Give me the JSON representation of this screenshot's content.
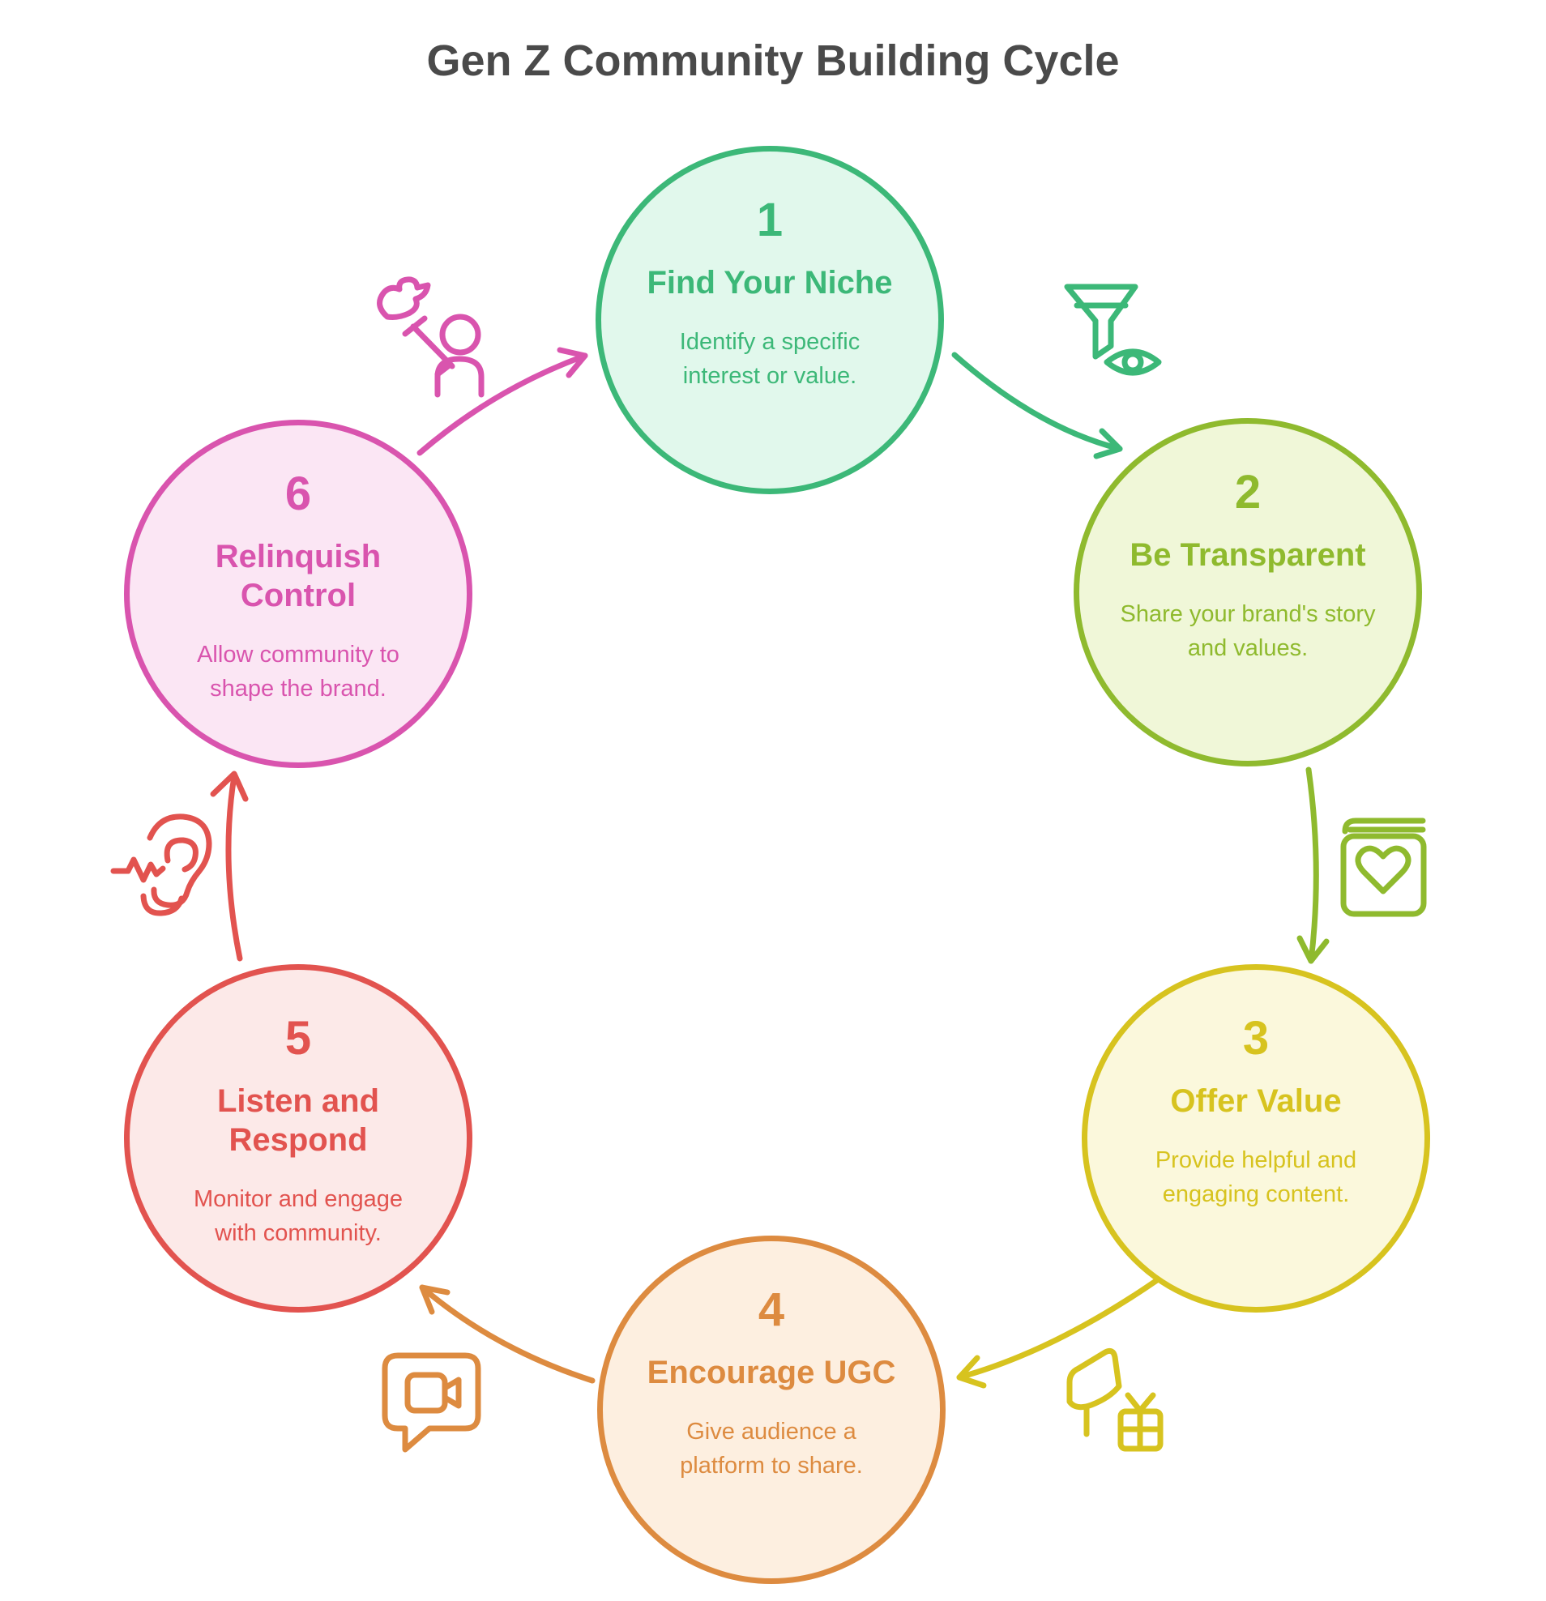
{
  "title": "Gen Z Community Building Cycle",
  "steps": [
    {
      "number": "1",
      "title": "Find Your Niche",
      "description": "Identify a specific interest or value.",
      "color": "#3cb878",
      "fill": "#e1f8ec"
    },
    {
      "number": "2",
      "title": "Be Transparent",
      "description": "Share your brand's story and values.",
      "color": "#8fba2e",
      "fill": "#f0f7d8"
    },
    {
      "number": "3",
      "title": "Offer Value",
      "description": "Provide helpful and engaging content.",
      "color": "#d7c31f",
      "fill": "#fbf8dc"
    },
    {
      "number": "4",
      "title": "Encourage UGC",
      "description": "Give audience a platform to share.",
      "color": "#dd8b40",
      "fill": "#fdefe0"
    },
    {
      "number": "5",
      "title": "Listen and Respond",
      "description": "Monitor and engage with community.",
      "color": "#e2534f",
      "fill": "#fce9e8"
    },
    {
      "number": "6",
      "title": "Relinquish Control",
      "description": "Allow community to shape the brand.",
      "color": "#d954ae",
      "fill": "#fbe6f4"
    }
  ],
  "icons": {
    "dove_release": "person-releasing-dove-icon",
    "funnel_eye": "funnel-eye-icon",
    "book_heart": "book-heart-icon",
    "megaphone_gift": "megaphone-gift-icon",
    "video_chat": "video-chat-bubble-icon",
    "ear": "listening-ear-icon"
  }
}
